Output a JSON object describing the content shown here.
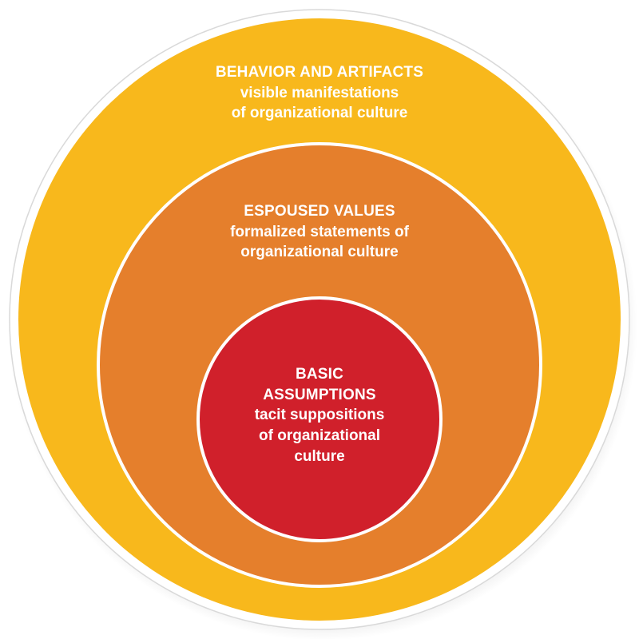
{
  "layers": {
    "outer": {
      "title": "BEHAVIOR AND ARTIFACTS",
      "line1": "visible manifestations",
      "line2": "of organizational culture",
      "color": "#F8B81C"
    },
    "middle": {
      "title": "ESPOUSED VALUES",
      "line1": "formalized statements of",
      "line2": "organizational culture",
      "color": "#E57F2C"
    },
    "inner": {
      "title1": "BASIC",
      "title2": "ASSUMPTIONS",
      "line1": "tacit suppositions",
      "line2": "of organizational",
      "line3": "culture",
      "color": "#D0202B"
    }
  }
}
